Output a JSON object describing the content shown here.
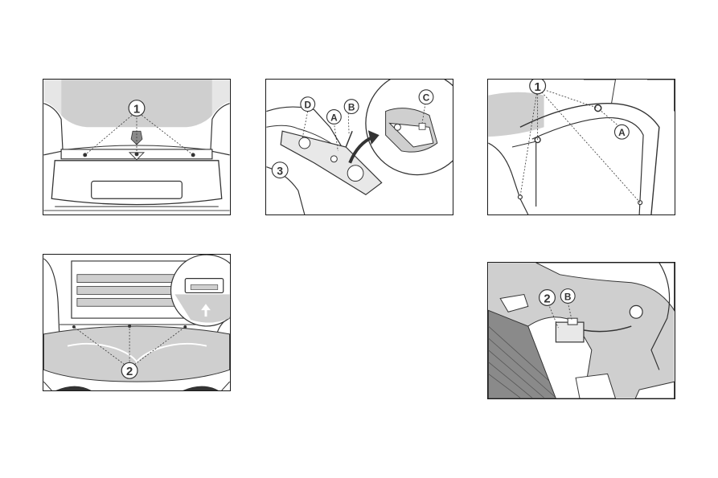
{
  "panels": [
    {
      "id": "front-hood",
      "callouts": [
        "1"
      ]
    },
    {
      "id": "headlamp-side",
      "callouts": [
        "D",
        "B",
        "A",
        "C",
        "3"
      ]
    },
    {
      "id": "wing-side",
      "callouts": [
        "1",
        "A"
      ]
    },
    {
      "id": "grille-under",
      "callouts": [
        "2"
      ]
    },
    {
      "id": "lamp-connector",
      "callouts": [
        "2",
        "B"
      ]
    }
  ],
  "colors": {
    "line": "#333333",
    "grey": "#cfcfcf",
    "dark_grey": "#8a8a8a",
    "outline": "#1a1a1a"
  }
}
